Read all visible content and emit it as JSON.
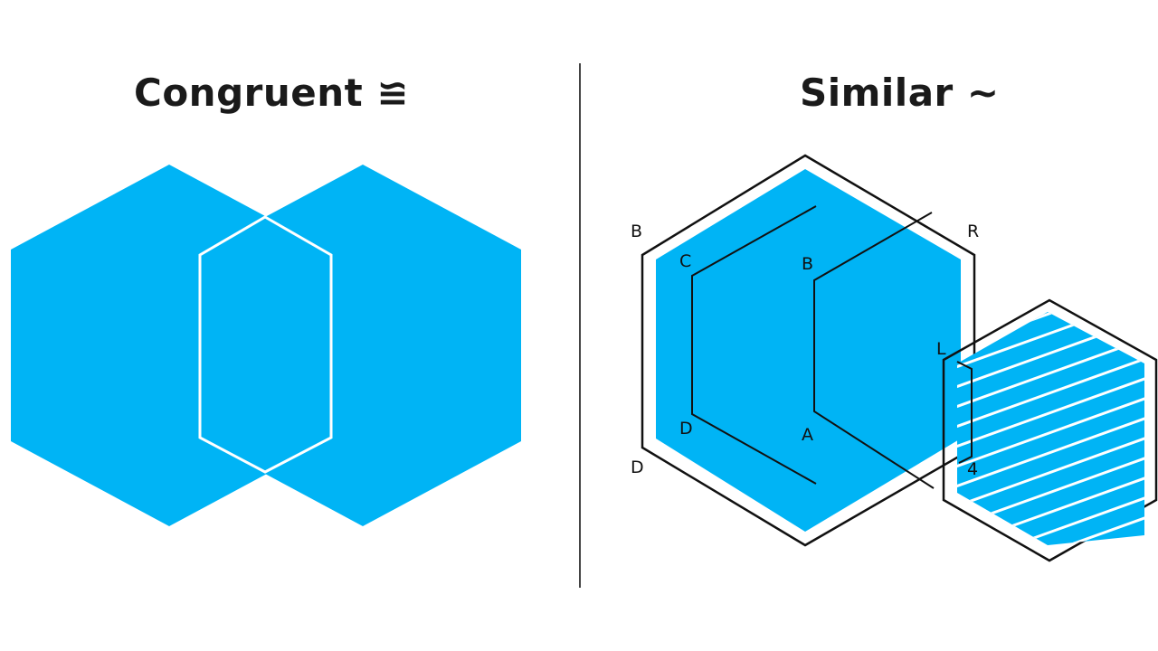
{
  "left_panel": {
    "title": "Congruent ≌"
  },
  "right_panel": {
    "title": "Similar ~",
    "labels": {
      "outer_top_left": "B",
      "inner_top_left": "C",
      "inner_top_mid": "B",
      "outer_top_right": "R",
      "right_mid": "L",
      "inner_bottom_left": "D",
      "inner_bottom_mid": "A",
      "outer_bottom_left": "D",
      "small_corner": "4"
    }
  },
  "colors": {
    "fill": "#00b4f5",
    "stroke": "#111111",
    "divider": "#444444",
    "background": "#ffffff"
  }
}
